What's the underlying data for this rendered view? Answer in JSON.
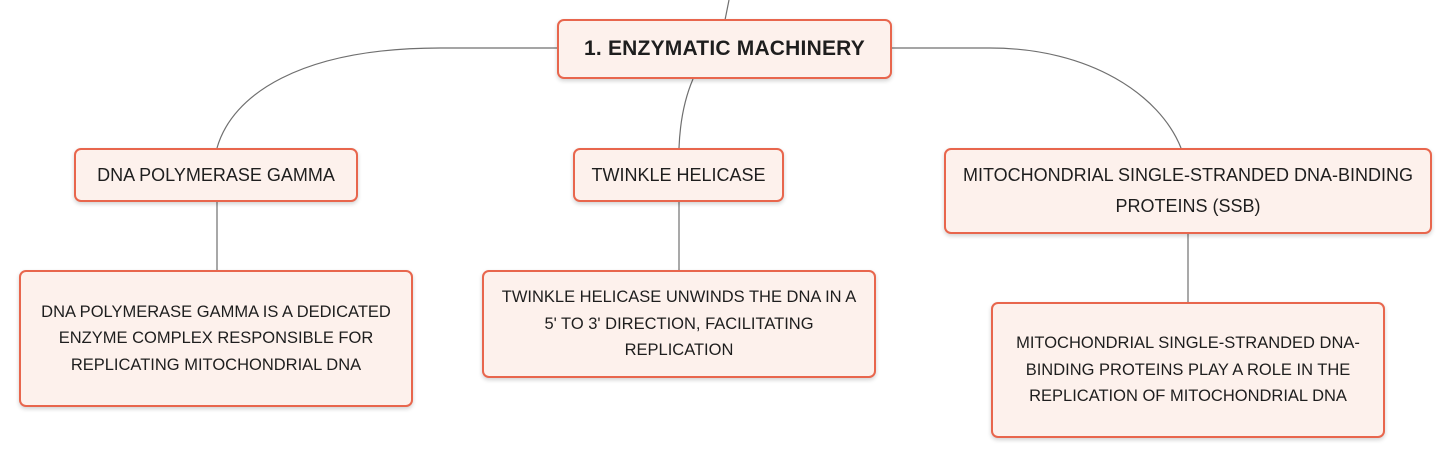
{
  "root": {
    "label": "1. ENZYMATIC MACHINERY"
  },
  "topics": [
    {
      "title": "DNA POLYMERASE GAMMA",
      "detail": "DNA POLYMERASE GAMMA IS A DEDICATED ENZYME COMPLEX RESPONSIBLE FOR REPLICATING MITOCHONDRIAL DNA"
    },
    {
      "title": "TWINKLE HELICASE",
      "detail": "TWINKLE HELICASE UNWINDS THE DNA IN A 5' TO 3' DIRECTION, FACILITATING REPLICATION"
    },
    {
      "title": "MITOCHONDRIAL SINGLE-STRANDED DNA-BINDING PROTEINS (SSB)",
      "detail": "MITOCHONDRIAL SINGLE-STRANDED DNA-BINDING PROTEINS PLAY A ROLE IN THE REPLICATION OF MITOCHONDRIAL DNA"
    }
  ],
  "colors": {
    "node_fill": "#fdf1ec",
    "node_border": "#e8664d",
    "connector": "#6f6f6f",
    "text": "#1e1e1e"
  }
}
